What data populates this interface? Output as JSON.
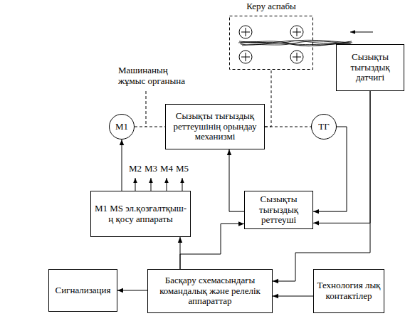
{
  "diagram": {
    "nodes": [
      {
        "text": [
          "Керу аспабы"
        ]
      },
      {
        "text": [
          "Сызықты тығыздық датчигі"
        ]
      },
      {
        "text": [
          "М1"
        ]
      },
      {
        "text": [
          "Сызықты тығыздық реттеушінің орындау механизмі"
        ]
      },
      {
        "text": [
          "ТГ"
        ]
      },
      {
        "text": [
          "М1 MS эл.қозғалтқыш-ң қосу аппараты"
        ]
      },
      {
        "text": [
          "Сызықты тығыздық реттеуші"
        ]
      },
      {
        "text": [
          "Сигнализация"
        ]
      },
      {
        "text": [
          "Басқару схемасындағы командалық және релелік аппараттар"
        ]
      },
      {
        "text": [
          "Технология лық контактілер"
        ]
      }
    ],
    "edges": [
      {
        "from": 5,
        "to": 2,
        "arrow": "to"
      },
      {
        "from": 2,
        "to": 3,
        "arrow": "none"
      },
      {
        "from": 3,
        "to": 4,
        "arrow": "none"
      },
      {
        "from": 3,
        "to": 0,
        "arrow": "none"
      },
      {
        "from": 4,
        "to": 6,
        "arrow": "to"
      },
      {
        "from": 1,
        "to": 6,
        "arrow": "to"
      },
      {
        "from": 1,
        "to": 8,
        "arrow": "to"
      },
      {
        "from": 6,
        "to": 3,
        "arrow": "to"
      },
      {
        "from": 8,
        "to": 5,
        "arrow": "to"
      },
      {
        "from": 8,
        "to": 6,
        "arrow": "to"
      },
      {
        "from": 8,
        "to": 7,
        "arrow": "to"
      },
      {
        "from": 9,
        "to": 8,
        "arrow": "to"
      }
    ],
    "labels": [
      "Машинаның жұмыс органына",
      "М2",
      "М3",
      "М4",
      "М5"
    ]
  }
}
